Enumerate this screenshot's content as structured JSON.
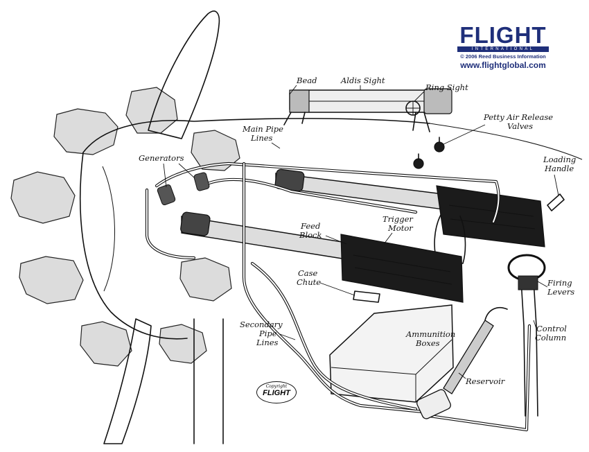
{
  "publisher": {
    "name": "FLIGHT",
    "subtitle": "INTERNATIONAL",
    "copyright": "© 2006 Reed Business Information",
    "url": "www.flightglobal.com",
    "brand_color": "#1f2f7a"
  },
  "stamp": {
    "top_text": "Copyright",
    "main_text": "FLIGHT"
  },
  "labels": {
    "bead": "Bead",
    "aldis_sight": "Aldis Sight",
    "ring_sight": "Ring Sight",
    "petty_air_release_line1": "Petty Air Release",
    "petty_air_release_line2": "Valves",
    "main_pipe_line1": "Main Pipe",
    "main_pipe_line2": "Lines",
    "generators": "Generators",
    "loading_line1": "Loading",
    "loading_line2": "Handle",
    "feed_line1": "Feed",
    "feed_line2": "Block",
    "trigger_line1": "Trigger",
    "trigger_line2": "Motor",
    "case_line1": "Case",
    "case_line2": "Chute",
    "firing_line1": "Firing",
    "firing_line2": "Levers",
    "secondary_line1": "Secondary",
    "secondary_line2": "Pipe",
    "secondary_line3": "Lines",
    "ammunition_line1": "Ammunition",
    "ammunition_line2": "Boxes",
    "control_line1": "Control",
    "control_line2": "Column",
    "reservoir": "Reservoir"
  }
}
